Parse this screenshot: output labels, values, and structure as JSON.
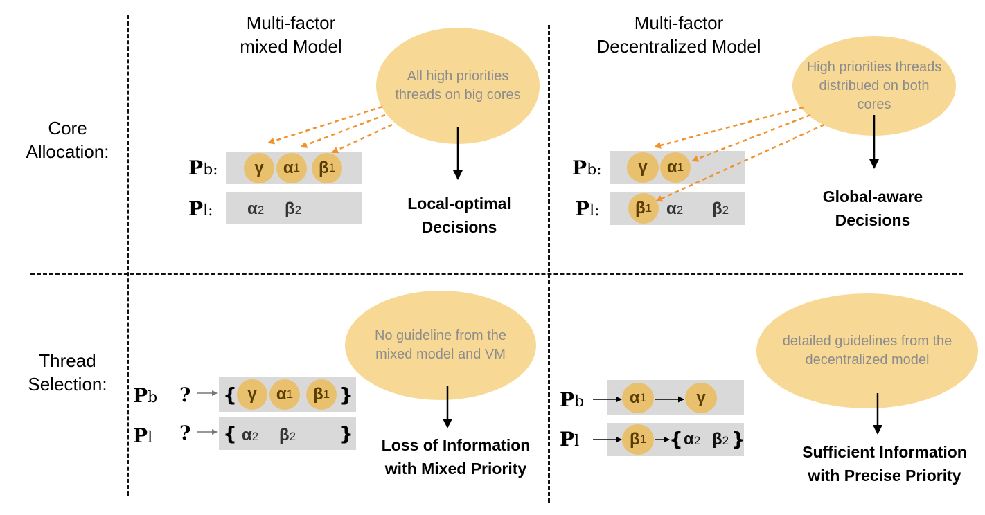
{
  "rows": {
    "core_allocation": [
      "Core",
      "Allocation:"
    ],
    "thread_selection": [
      "Thread",
      "Selection:"
    ]
  },
  "columns": {
    "mixed": [
      "Multi-factor",
      "mixed Model"
    ],
    "decentralized": [
      "Multi-factor",
      "Decentralized Model"
    ]
  },
  "bubbles": {
    "mixed_alloc": "All high priorities threads on big cores",
    "decent_alloc": "High priorities threads distribued on both cores",
    "mixed_select": "No guideline from the mixed model and VM",
    "decent_select": "detailed guidelines from the decentralized model"
  },
  "decisions": {
    "local": [
      "Local-optimal",
      "Decisions"
    ],
    "global": [
      "Global-aware",
      "Decisions"
    ],
    "loss": [
      "Loss of Information",
      "with Mixed Priority"
    ],
    "sufficient": [
      "Sufficient Information",
      "with Precise Priority"
    ]
  },
  "cores": {
    "P": "P",
    "big": "b",
    "little": "l",
    "colon": ":"
  },
  "symbols": {
    "gamma": "γ",
    "alpha": "α",
    "beta": "β",
    "one": "1",
    "two": "2",
    "question": "?",
    "brace_open": "{",
    "brace_close": "}"
  },
  "colors": {
    "bubble": "#f8d895",
    "token": "#e9c16e",
    "bar": "#d9d9d9",
    "arrow_dashed": "#f0922e"
  }
}
